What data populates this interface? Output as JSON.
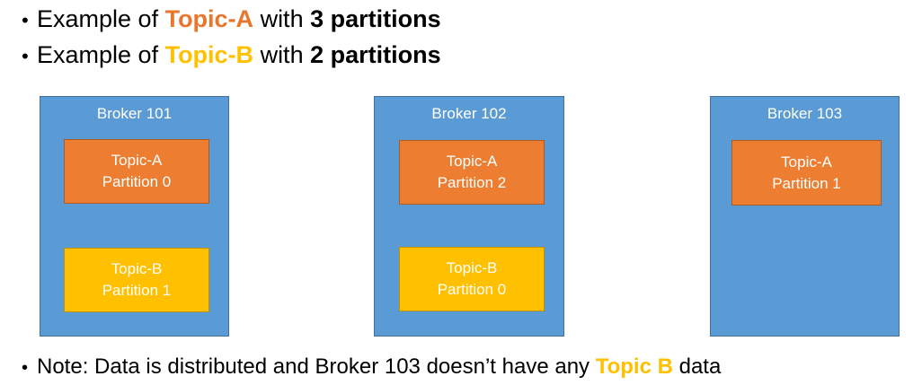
{
  "colors": {
    "broker_fill": "#5B9BD5",
    "broker_border": "#41719C",
    "topic_a": "#ED7D31",
    "topic_a_text": "#E8762C",
    "topic_b": "#FFC000",
    "text_light": "#FFFFFF",
    "text_dark": "#000000",
    "background": "#FFFFFF"
  },
  "bullets": [
    {
      "marker": "•",
      "segments": [
        {
          "text": "Example of ",
          "style": "plain"
        },
        {
          "text": "Topic-A",
          "style": "topic-a"
        },
        {
          "text": " with ",
          "style": "plain"
        },
        {
          "text": "3 partitions",
          "style": "bold"
        }
      ]
    },
    {
      "marker": "•",
      "segments": [
        {
          "text": "Example of ",
          "style": "plain"
        },
        {
          "text": "Topic-B",
          "style": "topic-b"
        },
        {
          "text": " with ",
          "style": "plain"
        },
        {
          "text": "2 partitions",
          "style": "bold"
        }
      ]
    }
  ],
  "brokers": [
    {
      "title": "Broker 101",
      "partitions": [
        {
          "topic": "Topic-A",
          "partition": "Partition 0",
          "color": "topic-a"
        },
        {
          "topic": "Topic-B",
          "partition": "Partition 1",
          "color": "topic-b"
        }
      ]
    },
    {
      "title": "Broker 102",
      "partitions": [
        {
          "topic": "Topic-A",
          "partition": "Partition 2",
          "color": "topic-a"
        },
        {
          "topic": "Topic-B",
          "partition": "Partition 0",
          "color": "topic-b"
        }
      ]
    },
    {
      "title": "Broker 103",
      "partitions": [
        {
          "topic": "Topic-A",
          "partition": "Partition 1",
          "color": "topic-a"
        }
      ]
    }
  ],
  "note": {
    "marker": "•",
    "segments": [
      {
        "text": "Note: Data is distributed and Broker 103 doesn’t have any ",
        "style": "plain"
      },
      {
        "text": "Topic B",
        "style": "topic-b"
      },
      {
        "text": " data",
        "style": "plain"
      }
    ]
  }
}
